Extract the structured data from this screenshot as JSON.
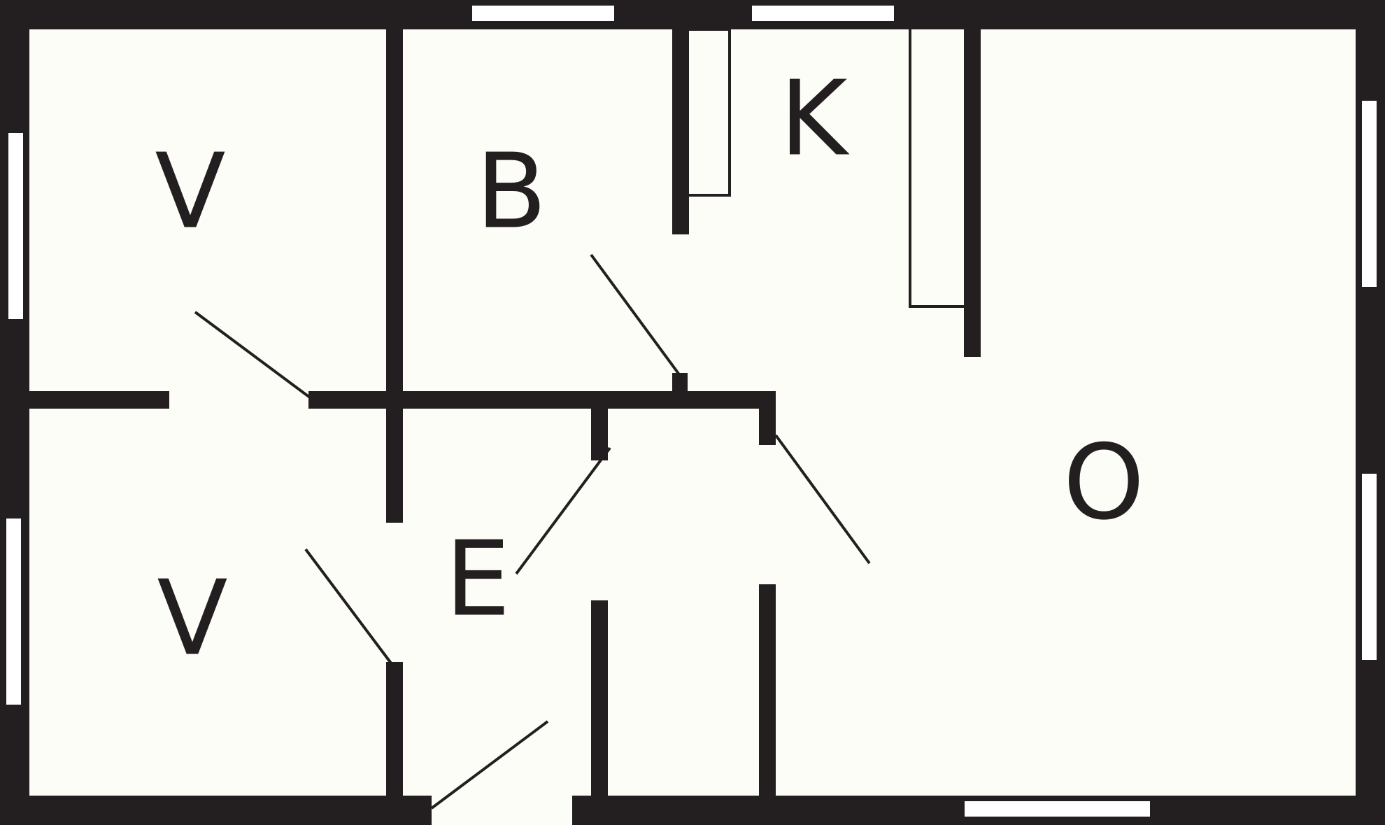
{
  "floor_plan": {
    "rooms": [
      {
        "id": "bedroom-top-left",
        "label": "V"
      },
      {
        "id": "bathroom",
        "label": "B"
      },
      {
        "id": "kitchen",
        "label": "K"
      },
      {
        "id": "living-room",
        "label": "O"
      },
      {
        "id": "entrance",
        "label": "E"
      },
      {
        "id": "bedroom-bottom-left",
        "label": "V"
      }
    ]
  }
}
